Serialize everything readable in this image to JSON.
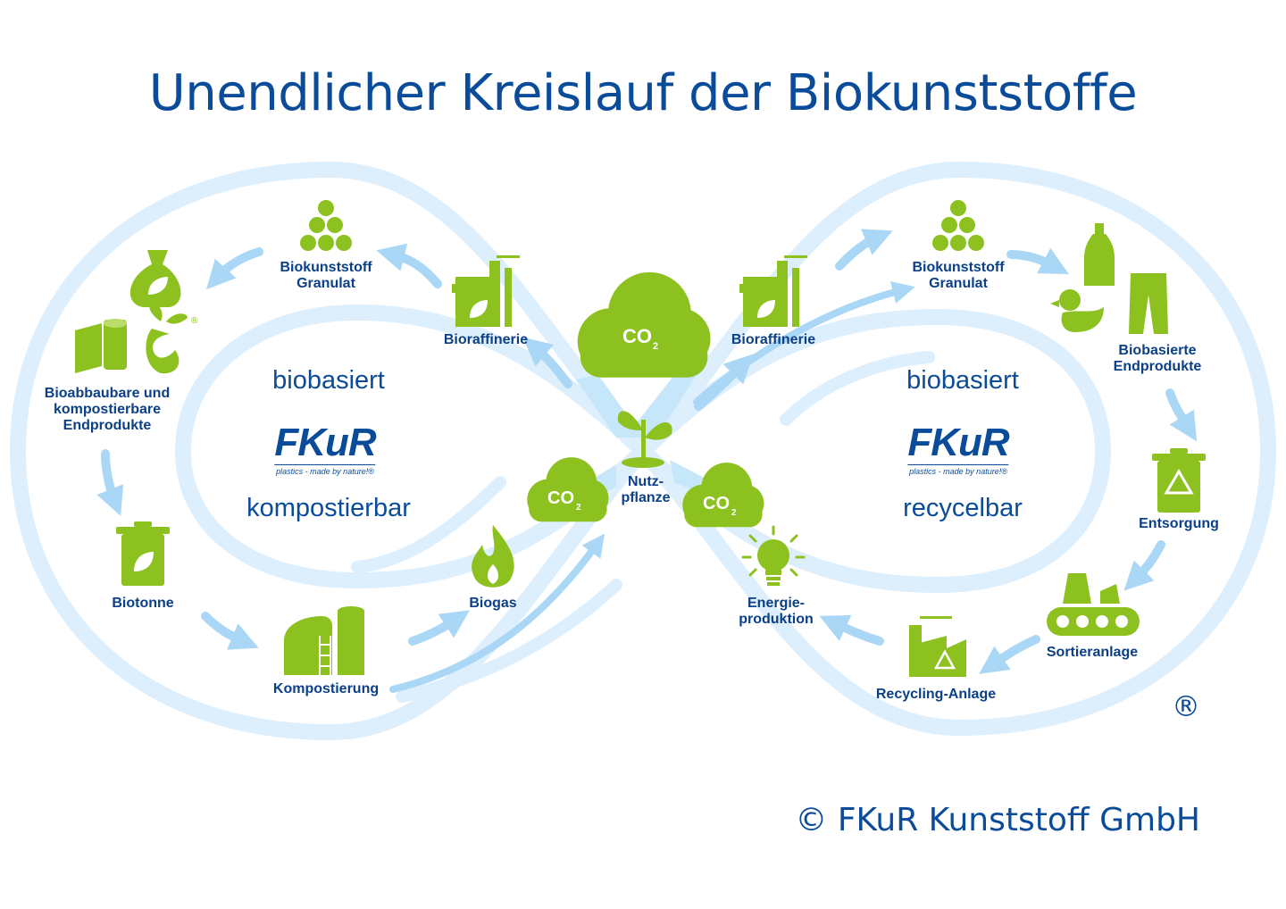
{
  "title": "Unendlicher Kreislauf der Biokunststoffe",
  "colors": {
    "green": "#8cc11f",
    "blue": "#0b4c9a",
    "label": "#0b3f87",
    "loop": "#dcefff",
    "arrow": "#a9d7f5"
  },
  "left": {
    "heading_top": "biobasiert",
    "heading_bottom": "kompostierbar",
    "logo_mark": "FKuR",
    "logo_tagline": "plastics - made by nature!®",
    "stations": {
      "granulat": "Biokunststoff\nGranulat",
      "bioraffinerie": "Bioraffinerie",
      "endprodukte": "Bioabbaubare und\nkompostierbare\nEndprodukte",
      "biotonne": "Biotonne",
      "kompostierung": "Kompostierung",
      "biogas": "Biogas"
    }
  },
  "right": {
    "heading_top": "biobasiert",
    "heading_bottom": "recycelbar",
    "logo_mark": "FKuR",
    "logo_tagline": "plastics - made by nature!®",
    "stations": {
      "bioraffinerie": "Bioraffinerie",
      "granulat": "Biokunststoff\nGranulat",
      "endprodukte": "Biobasierte\nEndprodukte",
      "entsorgung": "Entsorgung",
      "sortieranlage": "Sortieranlage",
      "recycling": "Recycling-Anlage",
      "energie": "Energie-\nproduktion"
    }
  },
  "center": {
    "plant": "Nutz-\npflanze",
    "co2": "CO",
    "co2_sub": "2"
  },
  "registered": "®",
  "copyright": "© FKuR Kunststoff GmbH"
}
